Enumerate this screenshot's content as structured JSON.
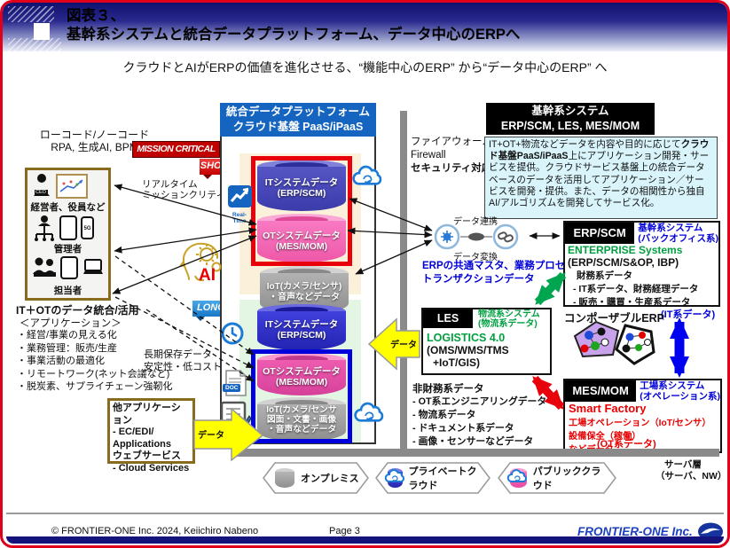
{
  "title": {
    "line1": "図表３、",
    "line2": "基幹系システムと統合データプラットフォーム、データ中心のERPへ"
  },
  "subtitle": "クラウドとAIがERPの価値を進化させる、“機能中心のERP” から“データ中心のERP” へ",
  "left": {
    "lowcode_line1": "ローコード/ノーコード",
    "lowcode_line2": "RPA, 生成AI, BPM",
    "ceo_tag": "CEO",
    "phone_tag": "5G",
    "user_groups": [
      {
        "label": "経営者、役員など"
      },
      {
        "label": "管理者"
      },
      {
        "label": "担当者"
      }
    ],
    "itot_heading": "IT＋OTのデータ統合/活用",
    "itot_sub": "＜アプリケーション＞",
    "itot_items": [
      "・経営/事業の見える化",
      "・業務管理：販売/生産",
      "・事業活動の最適化",
      "・リモートワーク(ネット会議など)",
      "・脱炭素、サプライチェーン強靭化"
    ],
    "other_apps": "他アプリケーション\n- EC/EDI/\n  Applications\nウェブサービス\n- Cloud Services"
  },
  "flags": {
    "mission_critical": "MISSION CRITICAL",
    "short_term": "SHORT TERM",
    "long_term": "LONG TERM",
    "realtime_line1": "リアルタイム",
    "realtime_line2": "ミッションクリティカル",
    "realtime_icon_label": "Real-Time",
    "ai_label": "AI",
    "longterm_note_line1": "長期保存データ",
    "longterm_note_line2": "安定性・低コスト",
    "doc_icon_label": "DOC"
  },
  "platform": {
    "header_line1": "統合データプラットフォーム",
    "header_line2": "クラウド基盤  PaaS/iPaaS",
    "short": {
      "it": {
        "l1": "ITシステムデータ",
        "l2": "(ERP/SCM)"
      },
      "ot": {
        "l1": "OTシステムデータ",
        "l2": "(MES/MOM)"
      },
      "iot": {
        "l1": "IoT(カメラ/センサ)",
        "l2": "・音声などデータ"
      }
    },
    "long": {
      "it": {
        "l1": "ITシステムデータ",
        "l2": "(ERP/SCM)"
      },
      "ot": {
        "l1": "OTシステムデータ",
        "l2": "(MES/MOM)"
      },
      "iot": {
        "l1": "IoT(カメラ/センサ",
        "l2": "図面・文書・画像",
        "l3": "・音声などデータ"
      }
    }
  },
  "arrows": {
    "data_in_label": "データ",
    "data_out_label": "データ"
  },
  "right": {
    "firewall_line1": "ファイアウォール",
    "firewall_line2": "Firewall",
    "firewall_line3": "セキュリティ対応",
    "core_header_line1": "基幹系システム",
    "core_header_line2": "ERP/SCM, LES, MES/MOM",
    "desc_p1": "IT+OT+物流などデータを内容や目的に応じて",
    "desc_p2": "クラウド基盤PaaS/iPaaS",
    "desc_p3": "上にアプリケーション開発・サービスを提供。クラウドサービス基盤上の統合データベースのデータを活用してアプリケーション／サービスを開発・提供。また、データの相関性から独自AI/アルゴリズムを開発してサービス化。",
    "link_top": "データ連携",
    "link_bottom": "データ変換",
    "erp_common_line1": "ERPの共通マスタ、業務プロセス、",
    "erp_common_line2": "トランザクションデータ",
    "erpscm": {
      "tag": "ERP/SCM",
      "type1": "基幹系システム",
      "type2": "(バックオフィス系)",
      "enterprise": "ENTERPRISE Systems",
      "models": "(ERP/SCM/S&OP, IBP)",
      "items": [
        "財務系データ",
        "- IT系データ、財務経理データ",
        "- 販売・購買・生産系データ"
      ]
    },
    "it_note": "(IT系データ)",
    "les": {
      "tag": "LES",
      "type1": "物流系システム",
      "type2": "(物流系データ)",
      "title": "LOGISTICS 4.0",
      "sub1": "(OMS/WMS/TMS",
      "sub2": "+IoT/GIS)"
    },
    "composable": "コンポーザブルERP",
    "mesmom": {
      "tag": "MES/MOM",
      "type1": "工場系システム",
      "type2": "(オペレーション系)",
      "title": "Smart Factory",
      "items": [
        "工場オペレーション（IoT/センサ）",
        "設備保全（稼働）",
        "などデータ"
      ]
    },
    "ot_note": "(OT系データ)",
    "nonfin_heading": "非財務系データ",
    "nonfin_items": [
      "- OT系エンジニアリングデータ",
      "- 物流系データ",
      "- ドキュメント系データ",
      "- 画像・センサーなどデータ"
    ]
  },
  "legend": {
    "items": [
      {
        "label": "オンプレミス"
      },
      {
        "label": "プライベートクラウド"
      },
      {
        "label": "パブリッククラウド"
      }
    ],
    "server_line1": "サーバ層",
    "server_line2": "（サーバ、NW）"
  },
  "footer": {
    "copyright": "© FRONTIER-ONE Inc. 2024,  Keiichiro  Nabeno",
    "page": "Page 3",
    "logo": "FRONTIER-ONE Inc."
  },
  "colors": {
    "accent_red": "#e8000b",
    "accent_blue": "#0000e0",
    "green": "#00a550",
    "platform_blue": "#1565c0",
    "yellow": "#ffff00"
  }
}
